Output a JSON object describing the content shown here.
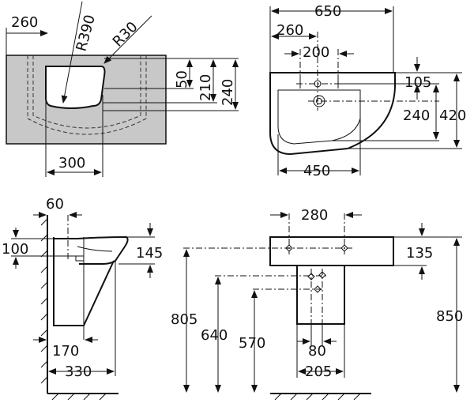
{
  "top_left_view": {
    "dims": {
      "width_left": "260",
      "radius_large": "R390",
      "radius_small": "R30",
      "d50": "50",
      "d210": "210",
      "d240": "240",
      "bowl_width": "300"
    }
  },
  "top_right_view": {
    "dims": {
      "overall_width": "650",
      "offset_260": "260",
      "hole_spacing": "200",
      "d105": "105",
      "d240": "240",
      "depth": "420",
      "bowl_width": "450"
    }
  },
  "side_view": {
    "dims": {
      "d60": "60",
      "d100": "100",
      "d145": "145",
      "d170": "170",
      "d330": "330"
    }
  },
  "front_view": {
    "dims": {
      "fixing_spacing": "280",
      "d135": "135",
      "h805": "805",
      "h640": "640",
      "h570": "570",
      "d80": "80",
      "d205": "205",
      "h850": "850"
    }
  },
  "colors": {
    "line": "#111111",
    "slab": "#c8c8c8",
    "background": "#ffffff"
  }
}
